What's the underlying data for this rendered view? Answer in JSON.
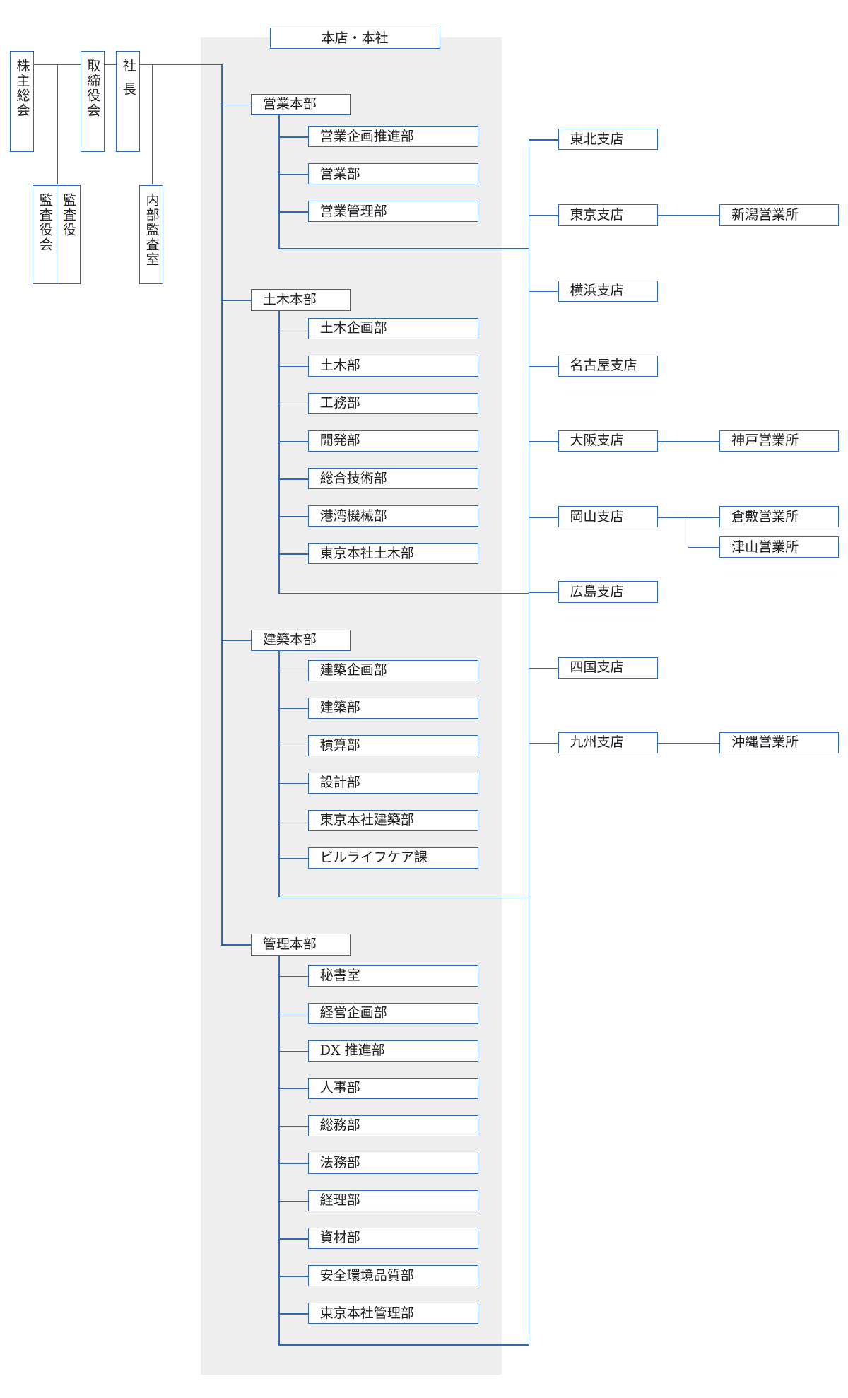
{
  "colors": {
    "line": "#2f6bb4",
    "panel": "#eeeeee",
    "box_bg": "#ffffff"
  },
  "head_office": "本店・本社",
  "governance": {
    "shareholders": "株主総会",
    "board": "取締役会",
    "president": "社長",
    "auditors": "監査役",
    "audit_board": "監査役会",
    "internal_audit": "内部監査室"
  },
  "divisions": {
    "sales": {
      "name": "営業本部",
      "depts": [
        "営業企画推進部",
        "営業部",
        "営業管理部"
      ]
    },
    "civil": {
      "name": "土木本部",
      "depts": [
        "土木企画部",
        "土木部",
        "工務部",
        "開発部",
        "総合技術部",
        "港湾機械部",
        "東京本社土木部"
      ]
    },
    "arch": {
      "name": "建築本部",
      "depts": [
        "建築企画部",
        "建築部",
        "積算部",
        "設計部",
        "東京本社建築部",
        "ビルライフケア課"
      ]
    },
    "admin": {
      "name": "管理本部",
      "depts": [
        "秘書室",
        "経営企画部",
        "DX 推進部",
        "人事部",
        "総務部",
        "法務部",
        "経理部",
        "資材部",
        "安全環境品質部",
        "東京本社管理部"
      ]
    }
  },
  "branches": [
    {
      "name": "東北支店",
      "offices": []
    },
    {
      "name": "東京支店",
      "offices": [
        "新潟営業所"
      ]
    },
    {
      "name": "横浜支店",
      "offices": []
    },
    {
      "name": "名古屋支店",
      "offices": []
    },
    {
      "name": "大阪支店",
      "offices": [
        "神戸営業所"
      ]
    },
    {
      "name": "岡山支店",
      "offices": [
        "倉敷営業所",
        "津山営業所"
      ]
    },
    {
      "name": "広島支店",
      "offices": []
    },
    {
      "name": "四国支店",
      "offices": []
    },
    {
      "name": "九州支店",
      "offices": [
        "沖縄営業所"
      ]
    }
  ]
}
